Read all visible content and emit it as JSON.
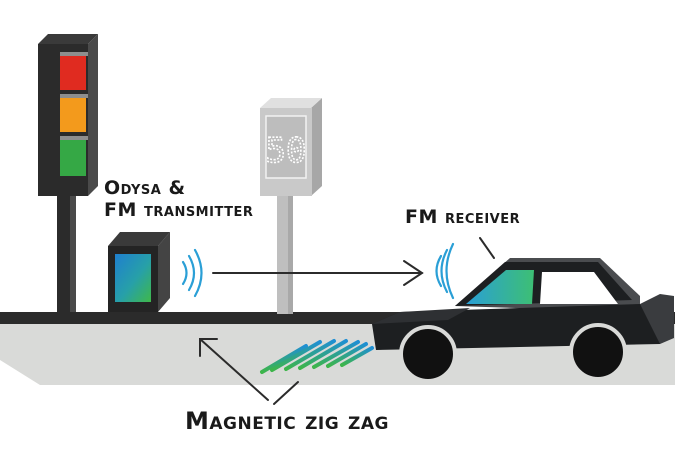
{
  "labels": {
    "transmitter_line1": "Odysa &",
    "transmitter_line2": "FM transmitter",
    "receiver": "FM receiver",
    "zigzag": "Magnetic zig zag"
  },
  "speed_sign": {
    "value": "50"
  },
  "colors": {
    "road_dark": "#2b2b2b",
    "ground_light": "#d9dad8",
    "light_red": "#e02b20",
    "light_amber": "#f39a1c",
    "light_green": "#35a845",
    "screen_blue": "#1f7fcf",
    "screen_green": "#3fb84a",
    "car_body": "#1d1f21",
    "window_teal": "#22b5b0"
  }
}
